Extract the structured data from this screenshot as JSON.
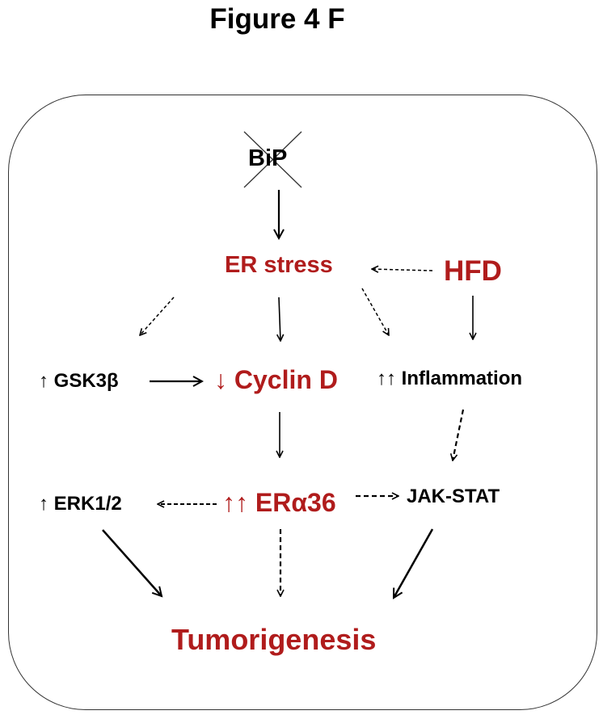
{
  "figure_title": "Figure 4 F",
  "colors": {
    "red": "#b01c1c",
    "black": "#000000"
  },
  "nodes": {
    "bip": {
      "label": "BiP",
      "crossed_out": true
    },
    "er_stress": {
      "label": "ER stress"
    },
    "hfd": {
      "label": "HFD"
    },
    "gsk3b": {
      "arrow": "↑",
      "label": "GSK3β"
    },
    "cyclin_d": {
      "arrow": "↓",
      "label": "Cyclin D"
    },
    "inflammation": {
      "arrow": "↑↑",
      "label": "Inflammation"
    },
    "erk12": {
      "arrow": "↑",
      "label": "ERK1/2"
    },
    "era36": {
      "arrow": "↑↑",
      "label": "ERα36"
    },
    "jak_stat": {
      "label": "JAK-STAT"
    },
    "tumorigenesis": {
      "label": "Tumorigenesis"
    }
  },
  "edges": [
    {
      "from": "bip",
      "to": "er_stress",
      "style": "solid"
    },
    {
      "from": "hfd",
      "to": "er_stress",
      "style": "dashed"
    },
    {
      "from": "er_stress",
      "to": "gsk3b",
      "style": "dashed"
    },
    {
      "from": "er_stress",
      "to": "cyclin_d",
      "style": "solid"
    },
    {
      "from": "er_stress",
      "to": "inflammation",
      "style": "dashed"
    },
    {
      "from": "hfd",
      "to": "inflammation",
      "style": "solid"
    },
    {
      "from": "gsk3b",
      "to": "cyclin_d",
      "style": "solid"
    },
    {
      "from": "cyclin_d",
      "to": "era36",
      "style": "solid"
    },
    {
      "from": "inflammation",
      "to": "jak_stat",
      "style": "dashed"
    },
    {
      "from": "era36",
      "to": "erk12",
      "style": "dashed"
    },
    {
      "from": "era36",
      "to": "jak_stat",
      "style": "dashed"
    },
    {
      "from": "erk12",
      "to": "tumorigenesis",
      "style": "solid"
    },
    {
      "from": "era36",
      "to": "tumorigenesis",
      "style": "dashed"
    },
    {
      "from": "jak_stat",
      "to": "tumorigenesis",
      "style": "solid"
    }
  ]
}
